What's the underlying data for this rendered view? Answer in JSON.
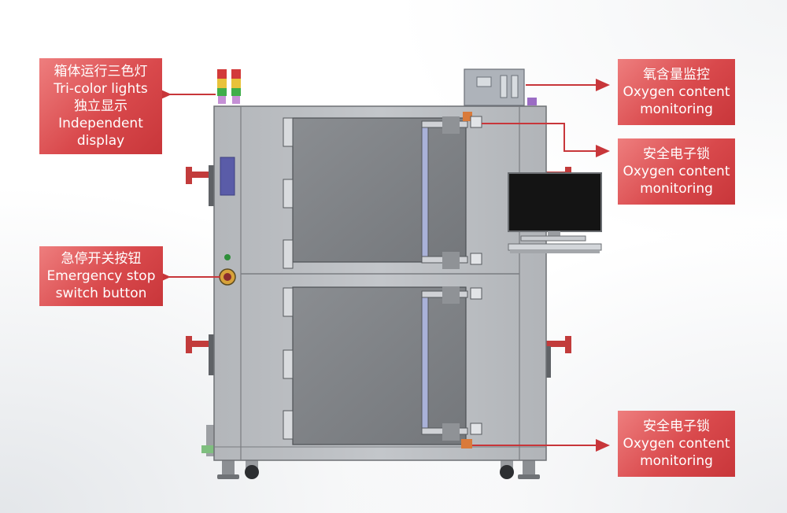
{
  "callouts": {
    "tricolor": {
      "line1": "箱体运行三色灯",
      "line2": "Tri-color lights",
      "line3": "独立显示",
      "line4": "Independent",
      "line5": "display"
    },
    "estop": {
      "line1": "急停开关按钮",
      "line2": "Emergency stop",
      "line3": "switch button"
    },
    "oxygen": {
      "line1": "氧含量监控",
      "line2": "Oxygen content",
      "line3": "monitoring"
    },
    "lock_upper": {
      "line1": "安全电子锁",
      "line2": "Oxygen content",
      "line3": "monitoring"
    },
    "lock_lower": {
      "line1": "安全电子锁",
      "line2": "Oxygen content",
      "line3": "monitoring"
    }
  },
  "colors": {
    "callout_bg": "#d9494c",
    "arrow": "#c8363a",
    "cabinet": "#b9bcc0",
    "window": "#7f8286",
    "monitor_screen": "#141414"
  },
  "icons": {
    "tricolor_light": "tricolor-light-icon",
    "emergency_stop": "emergency-stop-icon",
    "electronic_lock": "electronic-lock-icon",
    "oxygen_monitor": "oxygen-monitor-icon"
  }
}
